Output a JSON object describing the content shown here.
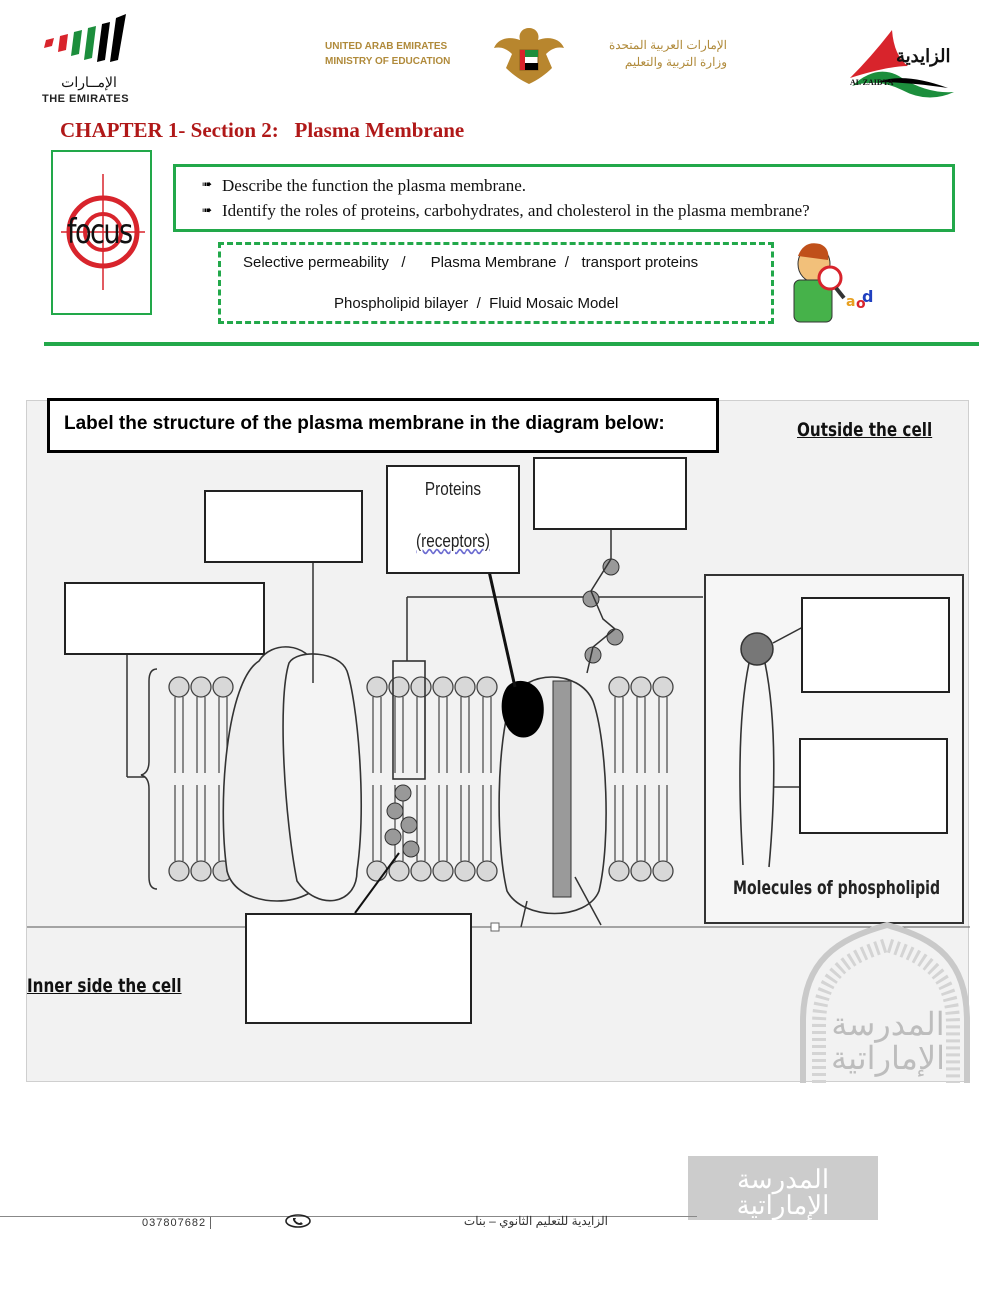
{
  "header": {
    "emirates_logo": {
      "arabic": "الإمــارات",
      "english": "THE EMIRATES"
    },
    "ministry": {
      "english_line1": "UNITED ARAB EMIRATES",
      "english_line2": "MINISTRY OF EDUCATION",
      "arabic_line1": "الإمارات العربية المتحدة",
      "arabic_line2": "وزارة التربية والتعليم"
    },
    "school_logo": {
      "arabic": "الزايدية",
      "english": "AL ZAIDYA"
    }
  },
  "chapter_title": "CHAPTER 1- Section 2:   Plasma Membrane",
  "focus_label": "focus",
  "objectives": [
    "Describe the function the plasma membrane.",
    " Identify the roles of proteins, carbohydrates, and cholesterol in the plasma membrane?"
  ],
  "vocabulary": {
    "line1": "Selective permeability   /      Plasma Membrane  /   transport proteins",
    "line2": "Phospholipid bilayer  /  Fluid Mosaic Model"
  },
  "diagram": {
    "instruction": "Label the structure of the plasma membrane in the diagram below:",
    "outside_label": "Outside the cell",
    "inner_label": "Inner side the cell",
    "proteins_label": "Proteins",
    "receptors_label": "(receptors)",
    "phospholipid_caption": "Molecules of phospholipid",
    "watermark_arabic": "المدرسة الإماراتية"
  },
  "footer": {
    "phone": "037807682",
    "school_arabic": "الزايدية للتعليم الثانوي – بنات",
    "watermark_arabic": "المدرسة الإماراتية"
  },
  "colors": {
    "accent_green": "#22a84a",
    "title_red": "#b01818"
  }
}
